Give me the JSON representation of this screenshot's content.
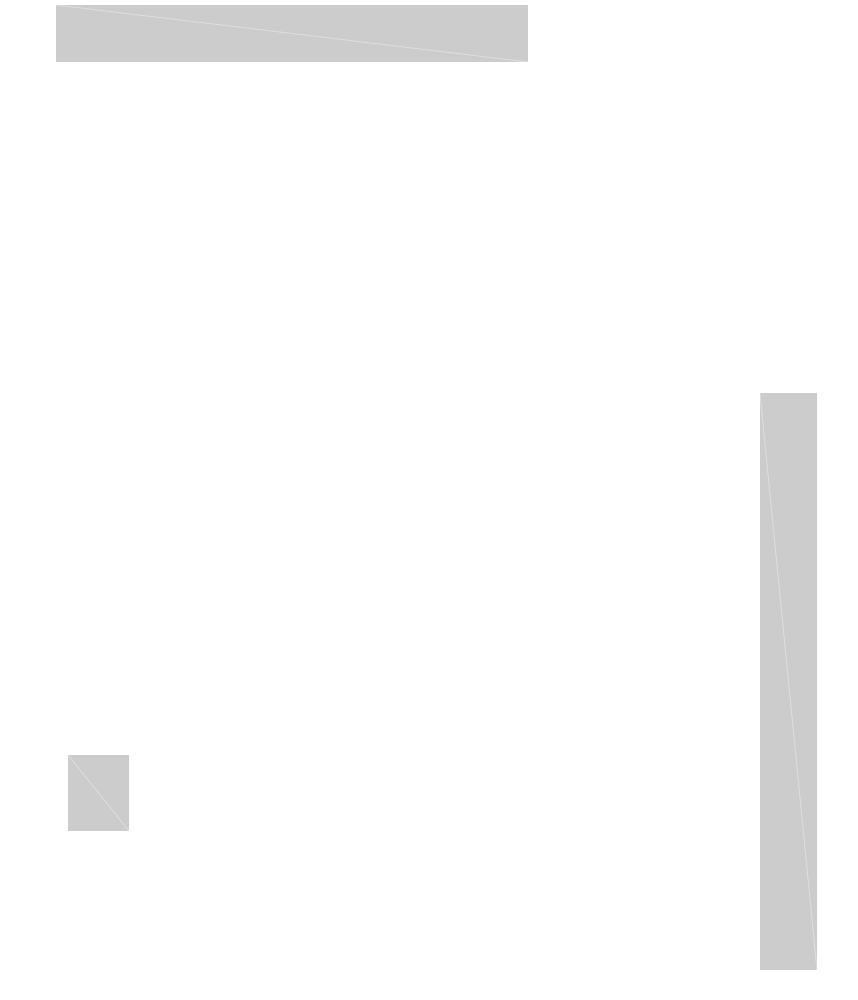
{
  "page": {
    "background_color": "#ffffff"
  },
  "placeholders": {
    "fill_color": "#cccccc",
    "stroke_color": "#dedede",
    "items": [
      {
        "name": "banner-image-placeholder",
        "icon": "broken-image-icon"
      },
      {
        "name": "thumbnail-image-placeholder",
        "icon": "broken-image-icon"
      },
      {
        "name": "sidebar-ad-image-placeholder",
        "icon": "broken-image-icon"
      }
    ]
  }
}
